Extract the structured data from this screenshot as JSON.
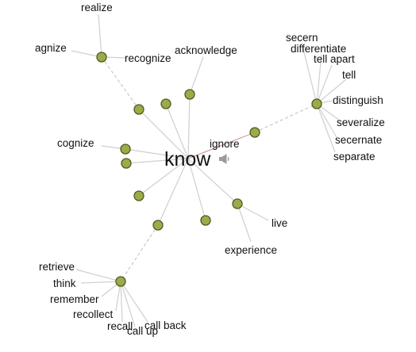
{
  "center": {
    "word": "know"
  },
  "words": {
    "realize": "realize",
    "agnize": "agnize",
    "recognize": "recognize",
    "acknowledge": "acknowledge",
    "cognize": "cognize",
    "ignore": "ignore",
    "live": "live",
    "experience": "experience",
    "secern": "secern",
    "differentiate": "differentiate",
    "tell_apart": "tell apart",
    "tell": "tell",
    "distinguish": "distinguish",
    "severalize": "severalize",
    "secernate": "secernate",
    "separate": "separate",
    "retrieve": "retrieve",
    "think": "think",
    "remember": "remember",
    "recollect": "recollect",
    "recall": "recall",
    "call_up": "call up",
    "call_back": "call back"
  },
  "colors": {
    "node_fill": "#9aac4a",
    "node_stroke": "#4e5a20",
    "edge": "#cfcfcf"
  },
  "icons": {
    "audio": "speaker-icon"
  }
}
